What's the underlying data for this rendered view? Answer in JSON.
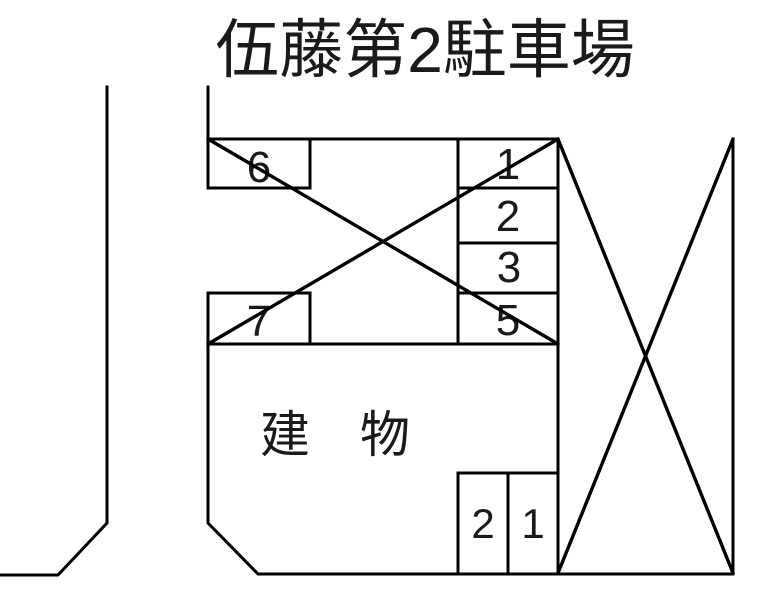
{
  "title": "伍藤第2駐車場",
  "building": {
    "label": "建　物"
  },
  "stalls": {
    "upper_left": [
      {
        "label": "6"
      },
      {
        "label": "7"
      }
    ],
    "right_column": [
      {
        "label": "1"
      },
      {
        "label": "2"
      },
      {
        "label": "3"
      },
      {
        "label": "5"
      }
    ],
    "bottom_right": [
      {
        "label": "2"
      },
      {
        "label": "1"
      }
    ]
  },
  "colors": {
    "line": "#000000",
    "text": "#1a1a1a",
    "background": "#ffffff"
  }
}
